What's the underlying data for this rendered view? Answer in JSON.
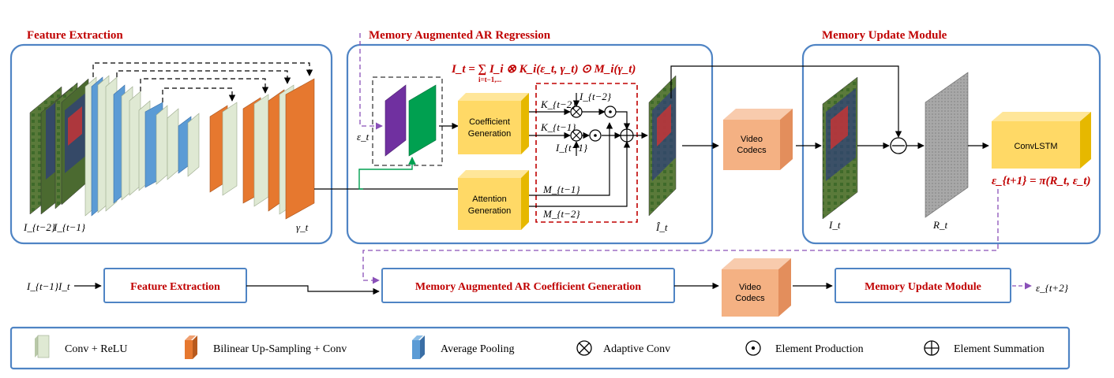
{
  "sections": {
    "feature_extraction": "Feature Extraction",
    "memory_ar": "Memory Augmented AR Regression",
    "memory_update": "Memory Update Module"
  },
  "formula_top": "I_t = ∑ I_i ⊗ K_i(ε_t, γ_t) ⊙ M_i(γ_t)",
  "formula_sum_index": "i=t−1,...",
  "formula_right": "ε_{t+1} = π(R_t, ε_t)",
  "labels": {
    "frame_left_1": "I_{t−2}",
    "frame_left_2": "I_{t−1}",
    "gamma": "γ_t",
    "epsilon_in": "ε_t",
    "k_t2": "K_{t−2}",
    "k_t1": "K_{t−1}",
    "i_t2": "I_{t−2}",
    "i_t1": "I_{t−1}",
    "m_t1": "M_{t−1}",
    "m_t2": "M_{t−2}",
    "i_hat": "Î_t",
    "i_t_right": "I_t",
    "r_t": "R_t"
  },
  "cubes": {
    "coef": [
      "Coefficient",
      "Generation"
    ],
    "attn": [
      "Attention",
      "Generation"
    ],
    "codec_top": [
      "Video",
      "Codecs"
    ],
    "convlstm": "ConvLSTM",
    "codec_bottom": [
      "Video",
      "Codecs"
    ]
  },
  "pipeline": {
    "input_1": "I_{t−1}",
    "input_2": "I_t",
    "fe": "Feature Extraction",
    "mac": "Memory Augmented AR Coefficient Generation",
    "mu": "Memory Update Module",
    "output": "ε_{t+2}"
  },
  "legend": {
    "conv_relu": "Conv + ReLU",
    "upsample": "Bilinear Up-Sampling + Conv",
    "avgpool": "Average Pooling",
    "adaptive_conv": "Adaptive Conv",
    "element_prod": "Element Production",
    "element_sum": "Element Summation"
  },
  "colors": {
    "panel_border": "#4f84c4",
    "title_red": "#c00000",
    "conv_relu": "#dfe9d3",
    "upsample": "#e6782f",
    "avgpool": "#5b9bd5",
    "purple": "#7030a0",
    "green": "#00a050",
    "yellow": "#ffd966",
    "salmon": "#f4b183"
  }
}
